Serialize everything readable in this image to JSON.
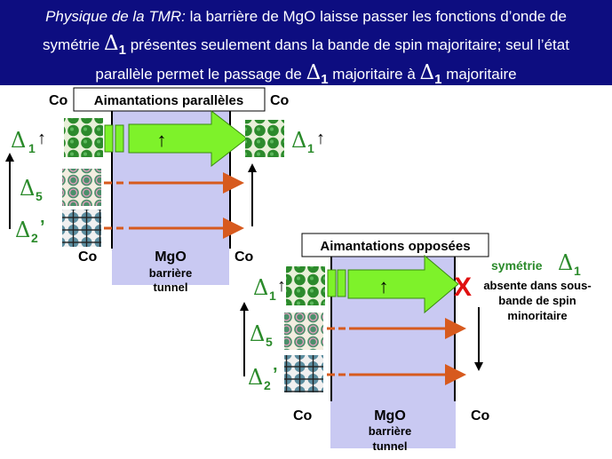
{
  "header": {
    "title_italic": "Physique de la TMR:",
    "line1_rest": " la barrière de MgO laisse passer les fonctions d’onde de",
    "line2_a": "symétrie ",
    "delta": "Δ",
    "sub1": "1",
    "line2_b": " présentes seulement dans la bande de spin majoritaire; seul l’état",
    "line3_a": "parallèle permet le passage de ",
    "line3_b": " majoritaire à ",
    "line3_c": " majoritaire"
  },
  "panel_parallel": {
    "title": "Aimantations parallèles",
    "co_top_left": "Co",
    "co_top_right": "Co",
    "co_bottom_left": "Co",
    "co_bottom_right": "Co",
    "mgo": "MgO",
    "barrier": "barrière",
    "tunnel": "tunnel"
  },
  "panel_antiparallel": {
    "title": "Aimantations opposées",
    "co_left": "Co",
    "co_right": "Co",
    "mgo": "MgO",
    "barrier": "barrière",
    "tunnel": "tunnel",
    "blocked_mark": "X",
    "note_symmetry": "symétrie ",
    "note_line2": "absente dans sous-",
    "note_line3": "bande de spin",
    "note_line4": "minoritaire"
  },
  "bands": {
    "delta": "Δ",
    "d1_sub": "1",
    "d5_sub": "5",
    "d2_sub": "2",
    "prime": "’",
    "spin_up": "↑"
  },
  "colors": {
    "header_bg": "#0d0d80",
    "barrier_fill": "#c9c9f2",
    "arrow_green": "#7ef22a",
    "band_green": "#2c8a2c",
    "orange_arrow": "#d75a1e"
  }
}
